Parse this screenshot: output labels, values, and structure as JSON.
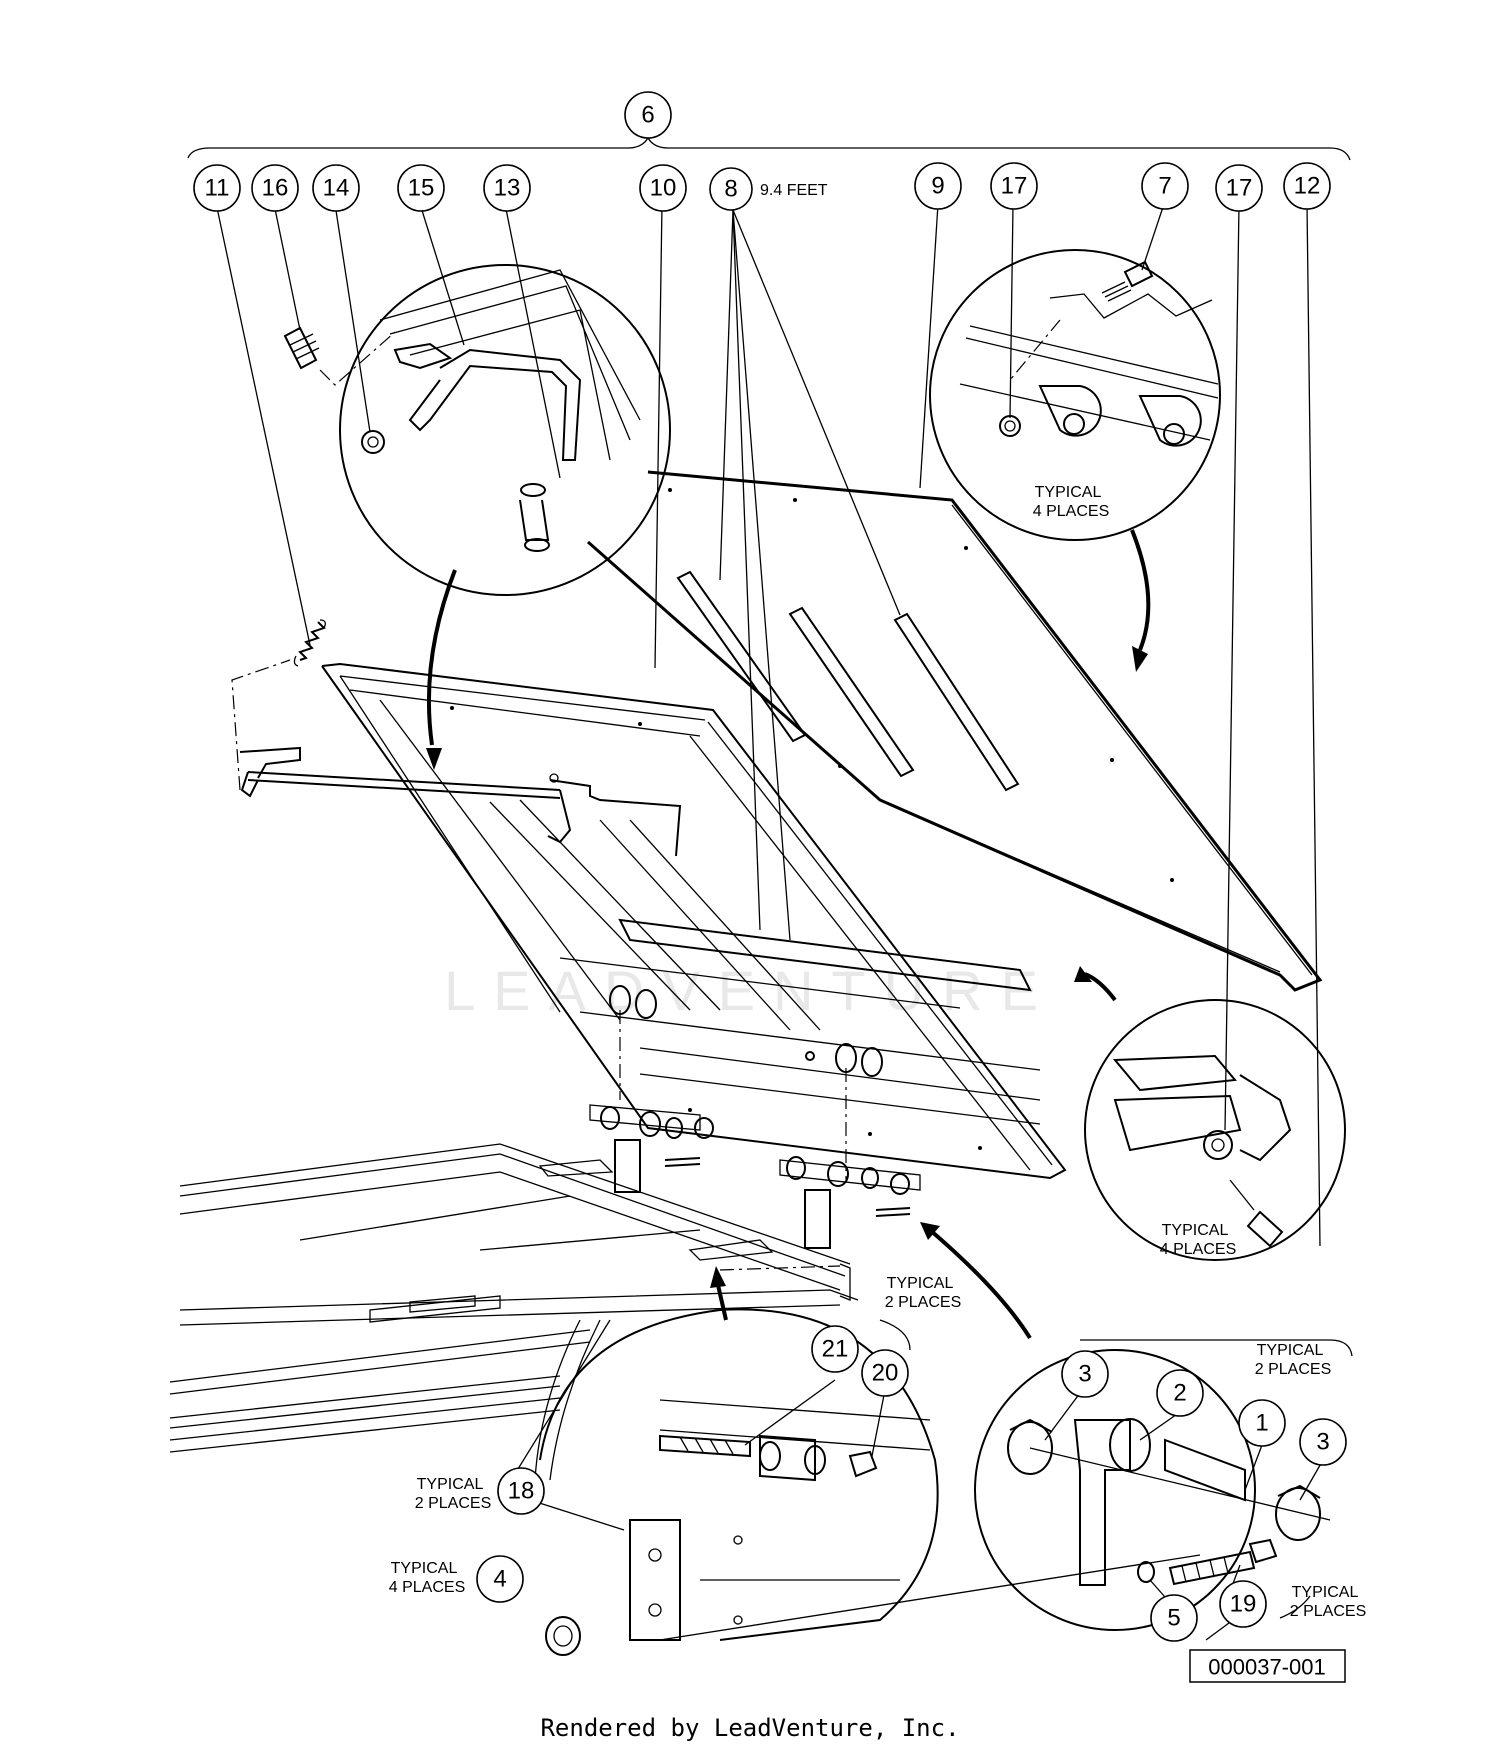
{
  "callouts": {
    "c6": "6",
    "c11": "11",
    "c16": "16",
    "c14": "14",
    "c15": "15",
    "c13": "13",
    "c10": "10",
    "c8": "8",
    "c9": "9",
    "c17a": "17",
    "c7": "7",
    "c17b": "17",
    "c12": "12",
    "c21": "21",
    "c20": "20",
    "c18": "18",
    "c4": "4",
    "c3a": "3",
    "c2": "2",
    "c1": "1",
    "c3b": "3",
    "c5": "5",
    "c19": "19"
  },
  "notes": {
    "feet": "9.4 FEET",
    "typical": "TYPICAL",
    "places4": "4 PLACES",
    "places2": "2 PLACES"
  },
  "watermark": "LEADVENTURE",
  "figure_id": "000037-001",
  "footer": "Rendered by LeadVenture, Inc."
}
